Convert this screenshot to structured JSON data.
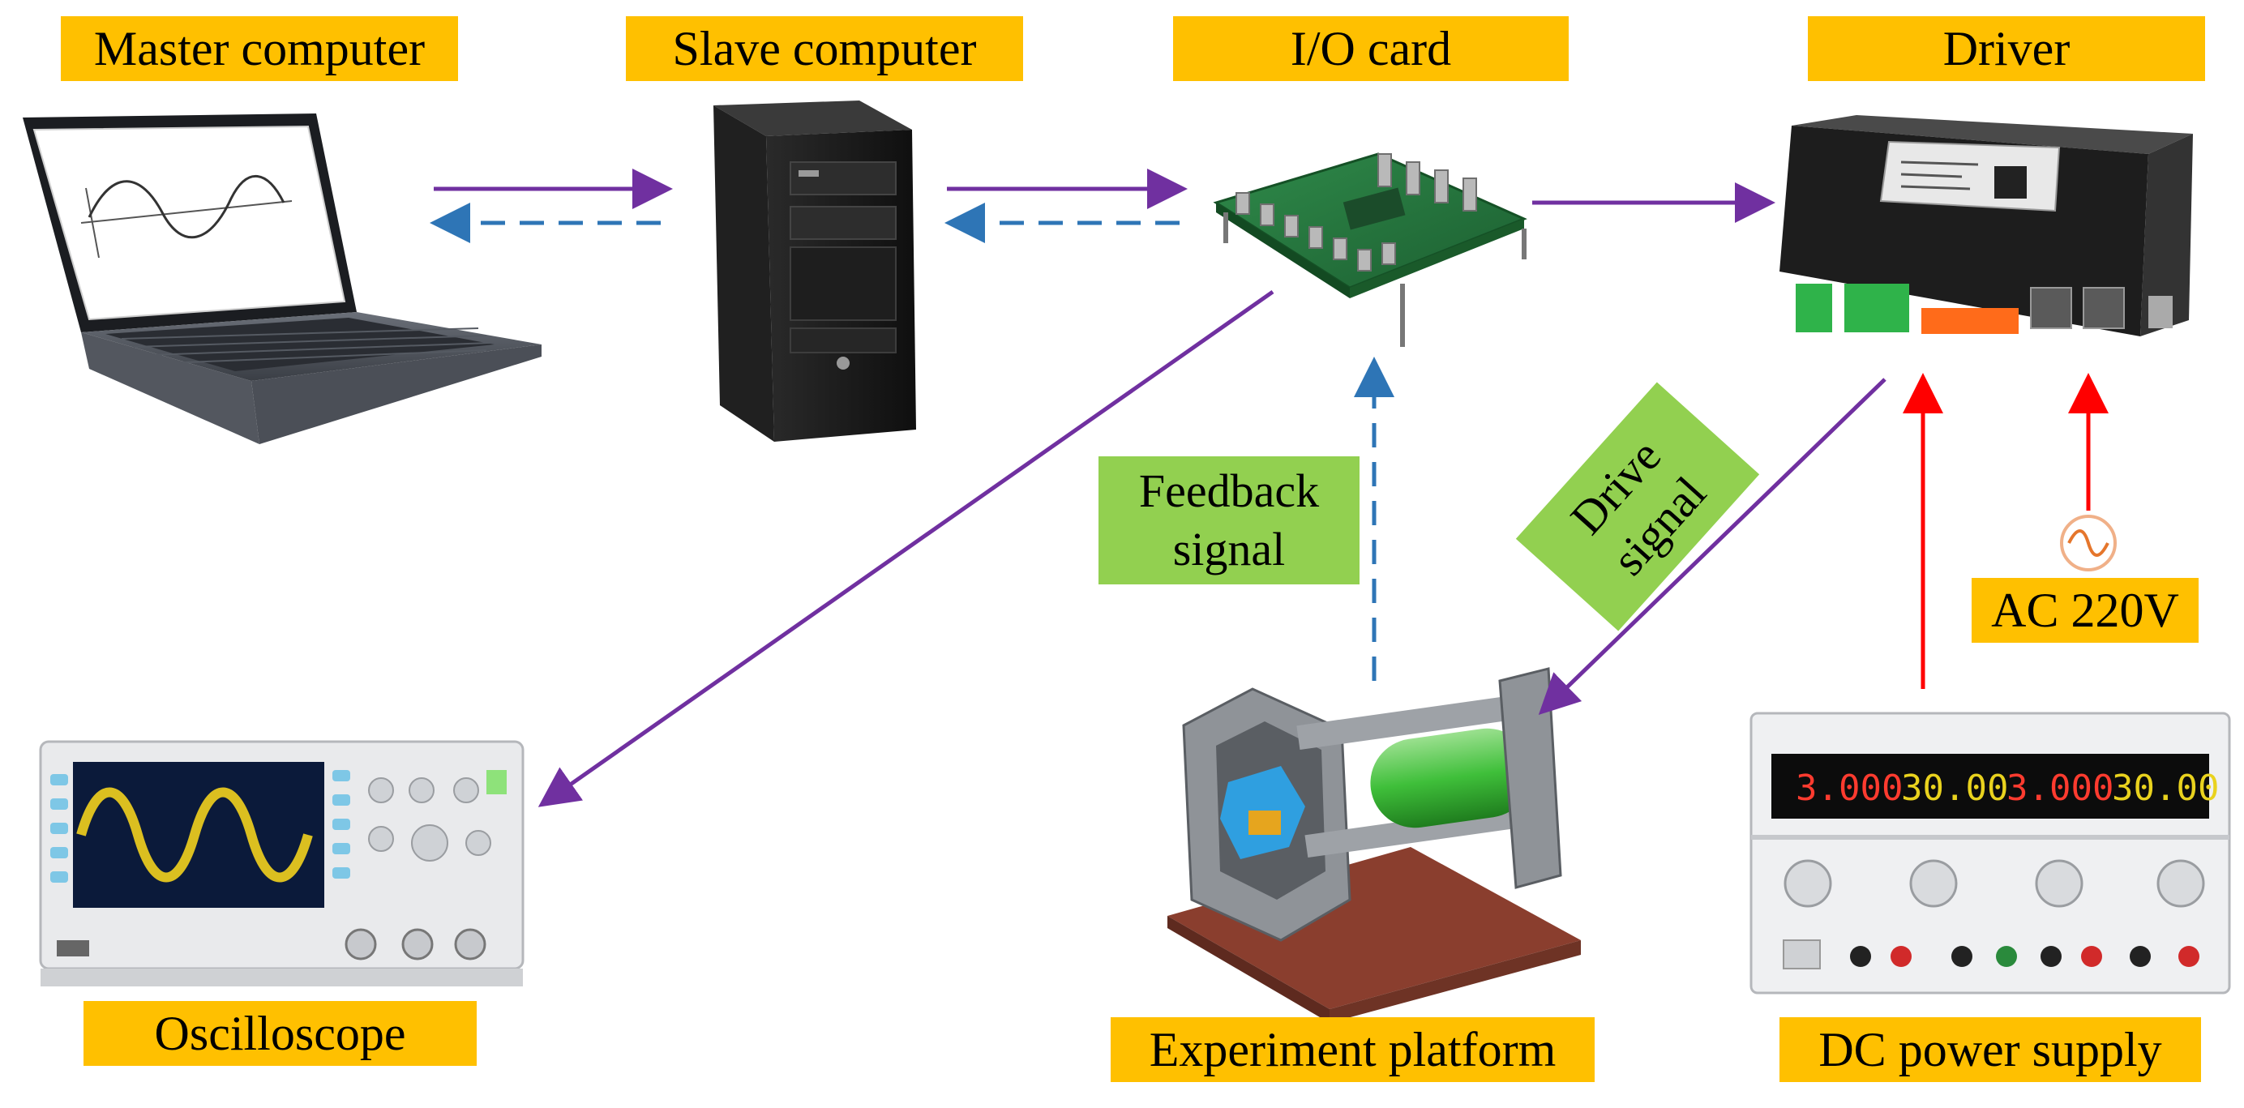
{
  "labels": {
    "master_computer": "Master computer",
    "slave_computer": "Slave computer",
    "io_card": "I/O card",
    "driver": "Driver",
    "oscilloscope": "Oscilloscope",
    "experiment_platform": "Experiment platform",
    "dc_power_supply": "DC power supply",
    "ac_220v": "AC 220V"
  },
  "signals": {
    "feedback_line1": "Feedback",
    "feedback_line2": "signal",
    "drive_line1": "Drive",
    "drive_line2": "signal"
  },
  "readouts": {
    "r1": "3.000",
    "r2": "30.00",
    "r3": "3.000",
    "r4": "30.00"
  },
  "colors": {
    "label_bg": "#ffc000",
    "signal_bg": "#92d050",
    "command_arrow": "#7030a0",
    "feedback_arrow": "#2e75b6",
    "power_arrow": "#ff0000"
  }
}
